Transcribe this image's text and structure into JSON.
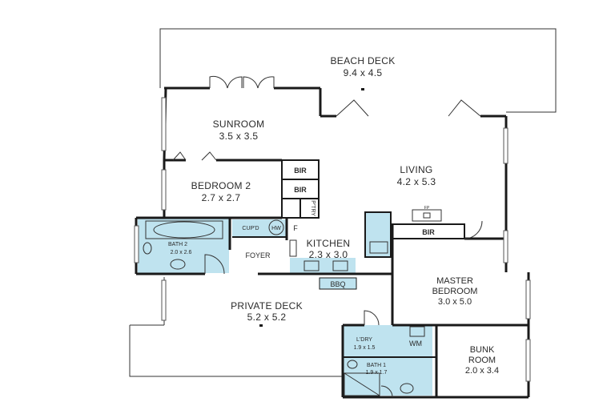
{
  "rooms": {
    "beach_deck": {
      "name": "BEACH DECK",
      "size": "9.4 x 4.5"
    },
    "sunroom": {
      "name": "SUNROOM",
      "size": "3.5 x 3.5"
    },
    "bedroom2": {
      "name": "BEDROOM 2",
      "size": "2.7 x 2.7"
    },
    "living": {
      "name": "LIVING",
      "size": "4.2 x 5.3"
    },
    "bath2": {
      "name": "BATH 2",
      "size": "2.0 x 2.6"
    },
    "foyer": {
      "name": "FOYER"
    },
    "kitchen": {
      "name": "KITCHEN",
      "size": "2.3 x 3.0"
    },
    "master": {
      "name_line1": "MASTER",
      "name_line2": "BEDROOM",
      "size": "3.0 x 5.0"
    },
    "private_deck": {
      "name": "PRIVATE DECK",
      "size": "5.2 x 5.2"
    },
    "laundry": {
      "name": "L'DRY",
      "size": "1.9 x 1.5"
    },
    "bath1": {
      "name": "BATH 1",
      "size": "1.9 x 1.7"
    },
    "bunk": {
      "name_line1": "BUNK",
      "name_line2": "ROOM",
      "size": "2.0 x 3.4"
    }
  },
  "fixtures": {
    "bir": "BIR",
    "ptry": "P'TRY",
    "cupd": "CUP'D",
    "hw": "HW",
    "fridge": "F",
    "bbq": "BBQ",
    "wm": "WM",
    "fp": "FP"
  },
  "colors": {
    "wall": "#1a1a1a",
    "wet_area": "#bfe3ef",
    "background": "#ffffff"
  }
}
